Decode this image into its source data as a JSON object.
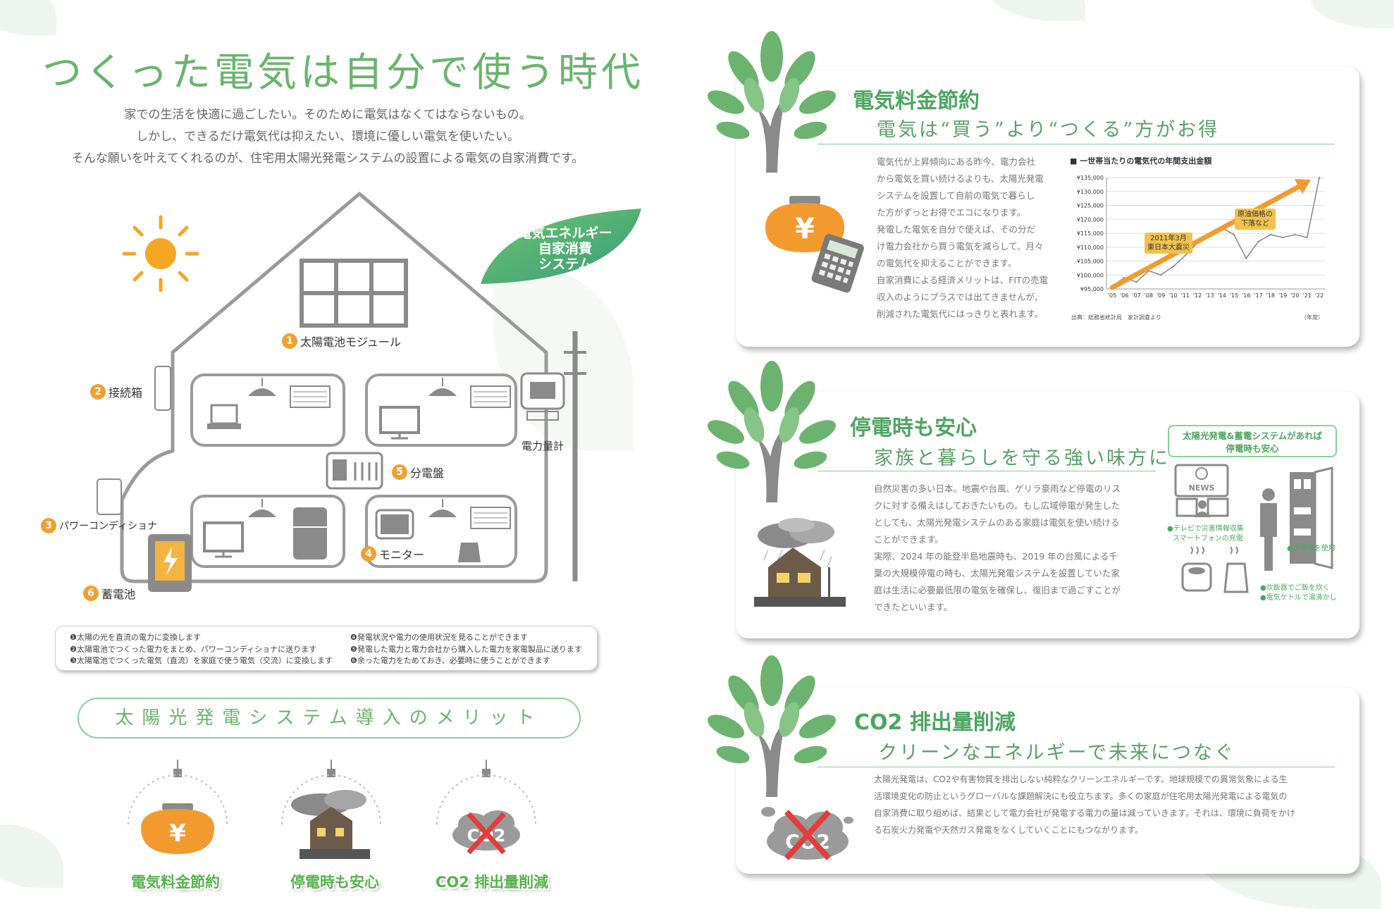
{
  "header": {
    "title": "つくった電気は自分で使う時代",
    "intro": [
      "家での生活を快適に過ごしたい。そのために電気はなくてはならないもの。",
      "しかし、できるだけ電気代は抑えたい、環境に優しい電気を使いたい。",
      "そんな願いを叶えてくれるのが、住宅用太陽光発電システムの設置による電気の自家消費です。"
    ]
  },
  "diagram": {
    "badge": [
      "電気エネルギー",
      "自家消費",
      "システム"
    ],
    "labels": {
      "module": {
        "num": "1",
        "text": "太陽電池モジュール"
      },
      "junction": {
        "num": "2",
        "text": "接続箱"
      },
      "conditioner": {
        "num": "3",
        "text": "パワーコンディショナ"
      },
      "monitor": {
        "num": "4",
        "text": "モニター"
      },
      "panelboard": {
        "num": "5",
        "text": "分電盤"
      },
      "battery": {
        "num": "6",
        "text": "蓄電池"
      },
      "meter": "電力量計"
    },
    "legend_left": [
      "❶太陽の光を直流の電力に変換します",
      "❷太陽電池でつくった電力をまとめ、パワーコンディショナに送ります",
      "❸太陽電池でつくった電気（直流）を家庭で使う電気（交流）に変換します"
    ],
    "legend_right": [
      "❹発電状況や電力の使用状況を見ることができます",
      "❺発電した電力と電力会社から購入した電力を家電製品に送ります",
      "❻余った電力をためておき、必要時に使うことができます"
    ]
  },
  "merit": {
    "heading": "太陽光発電システム導入のメリット",
    "items": [
      "電気料金節約",
      "停電時も安心",
      "CO2 排出量削減"
    ]
  },
  "panels": {
    "saving": {
      "title": "電気料金節約",
      "subtitle": "電気は“買う”より“つくる”方がお得",
      "body": [
        "電気代が上昇傾向にある昨今、電力会社",
        "から電気を買い続けるよりも、太陽光発電",
        "システムを設置して自前の電気で暮らし",
        "た方がずっとお得でエコになります。",
        "発電した電気を自分で使えば、その分だ",
        "け電力会社から買う電気を減らして、月々",
        "の電気代を抑えることができます。",
        "自家消費による経済メリットは、FITの売電",
        "収入のようにプラスでは出てきませんが、",
        "削減された電気代にはっきりと表れます。"
      ],
      "yen_icon_text": "¥"
    },
    "outage": {
      "title": "停電時も安心",
      "subtitle": "家族と暮らしを守る強い味方に",
      "body": [
        "自然災害の多い日本。地震や台風、ゲリラ豪雨など停電のリス",
        "クに対する備えはしておきたいもの。もし広域停電が発生した",
        "としても、太陽光発電システムのある家庭は電気を使い続ける",
        "ことができます。",
        "実際、2024 年の能登半島地震時も、2019 年の台風による千",
        "葉の大規模停電の時も、太陽光発電システムを設置していた家",
        "庭は生活に必要最低限の電気を確保し、復旧まで過ごすことが",
        "できたといいます。"
      ],
      "box": [
        "太陽光発電&蓄電システムがあれば",
        "停電時も安心"
      ],
      "news": "NEWS",
      "notes": {
        "tv": [
          "●テレビで災害情報収集",
          "スマートフォンの充電"
        ],
        "fridge": "●冷蔵庫を使用",
        "cook": [
          "●炊飯器でご飯を炊く",
          "●電気ケトルで湯沸かし"
        ]
      }
    },
    "co2": {
      "title": "CO2 排出量削減",
      "subtitle": "クリーンなエネルギーで未来につなぐ",
      "body": [
        "太陽光発電は、CO2や有害物質を排出しない純粋なクリーンエネルギーです。地球規模での異常気象による生",
        "活環境変化の防止というグローバルな課題解決にも役立ちます。多くの家庭が住宅用太陽光発電による電気の",
        "自家消費に取り組めば、結果として電力会社が発電する電力の量は減っていきます。それは、環境に負荷をかけ",
        "る石炭火力発電や天然ガス発電をなくしていくことにもつながります。"
      ],
      "icon_text": "CO2"
    }
  },
  "chart_data": {
    "type": "line",
    "title": "■ 一世帯当たりの電気代の年間支出金額",
    "categories": [
      "'05",
      "'06",
      "'07",
      "'08",
      "'09",
      "'10",
      "'11",
      "'12",
      "'13",
      "'14",
      "'15",
      "'16",
      "'17",
      "'18",
      "'19",
      "'20",
      "'21",
      "'22"
    ],
    "values": [
      96000,
      99000,
      97500,
      101500,
      100000,
      103000,
      107000,
      111500,
      114500,
      117000,
      114500,
      106000,
      112000,
      114500,
      113500,
      114500,
      113500,
      135000
    ],
    "yticks": [
      "¥135,000",
      "¥130,000",
      "¥125,000",
      "¥120,000",
      "¥115,000",
      "¥110,000",
      "¥105,000",
      "¥100,000",
      "¥95,000"
    ],
    "ylim": [
      95000,
      135000
    ],
    "xlabel": "（年度）",
    "source": "出典：総務省統計局　家計調査より",
    "annotations": [
      [
        "2011年3月",
        "東日本大震災"
      ],
      [
        "原油価格の",
        "下落など"
      ]
    ],
    "colors": {
      "line": "#888888",
      "arrow": "#f29a2e",
      "callout": "#f3c14c"
    }
  },
  "colors": {
    "green": "#6bb36f",
    "dark_green": "#4ea563",
    "orange": "#f0a030",
    "gray": "#8a8a8a"
  }
}
